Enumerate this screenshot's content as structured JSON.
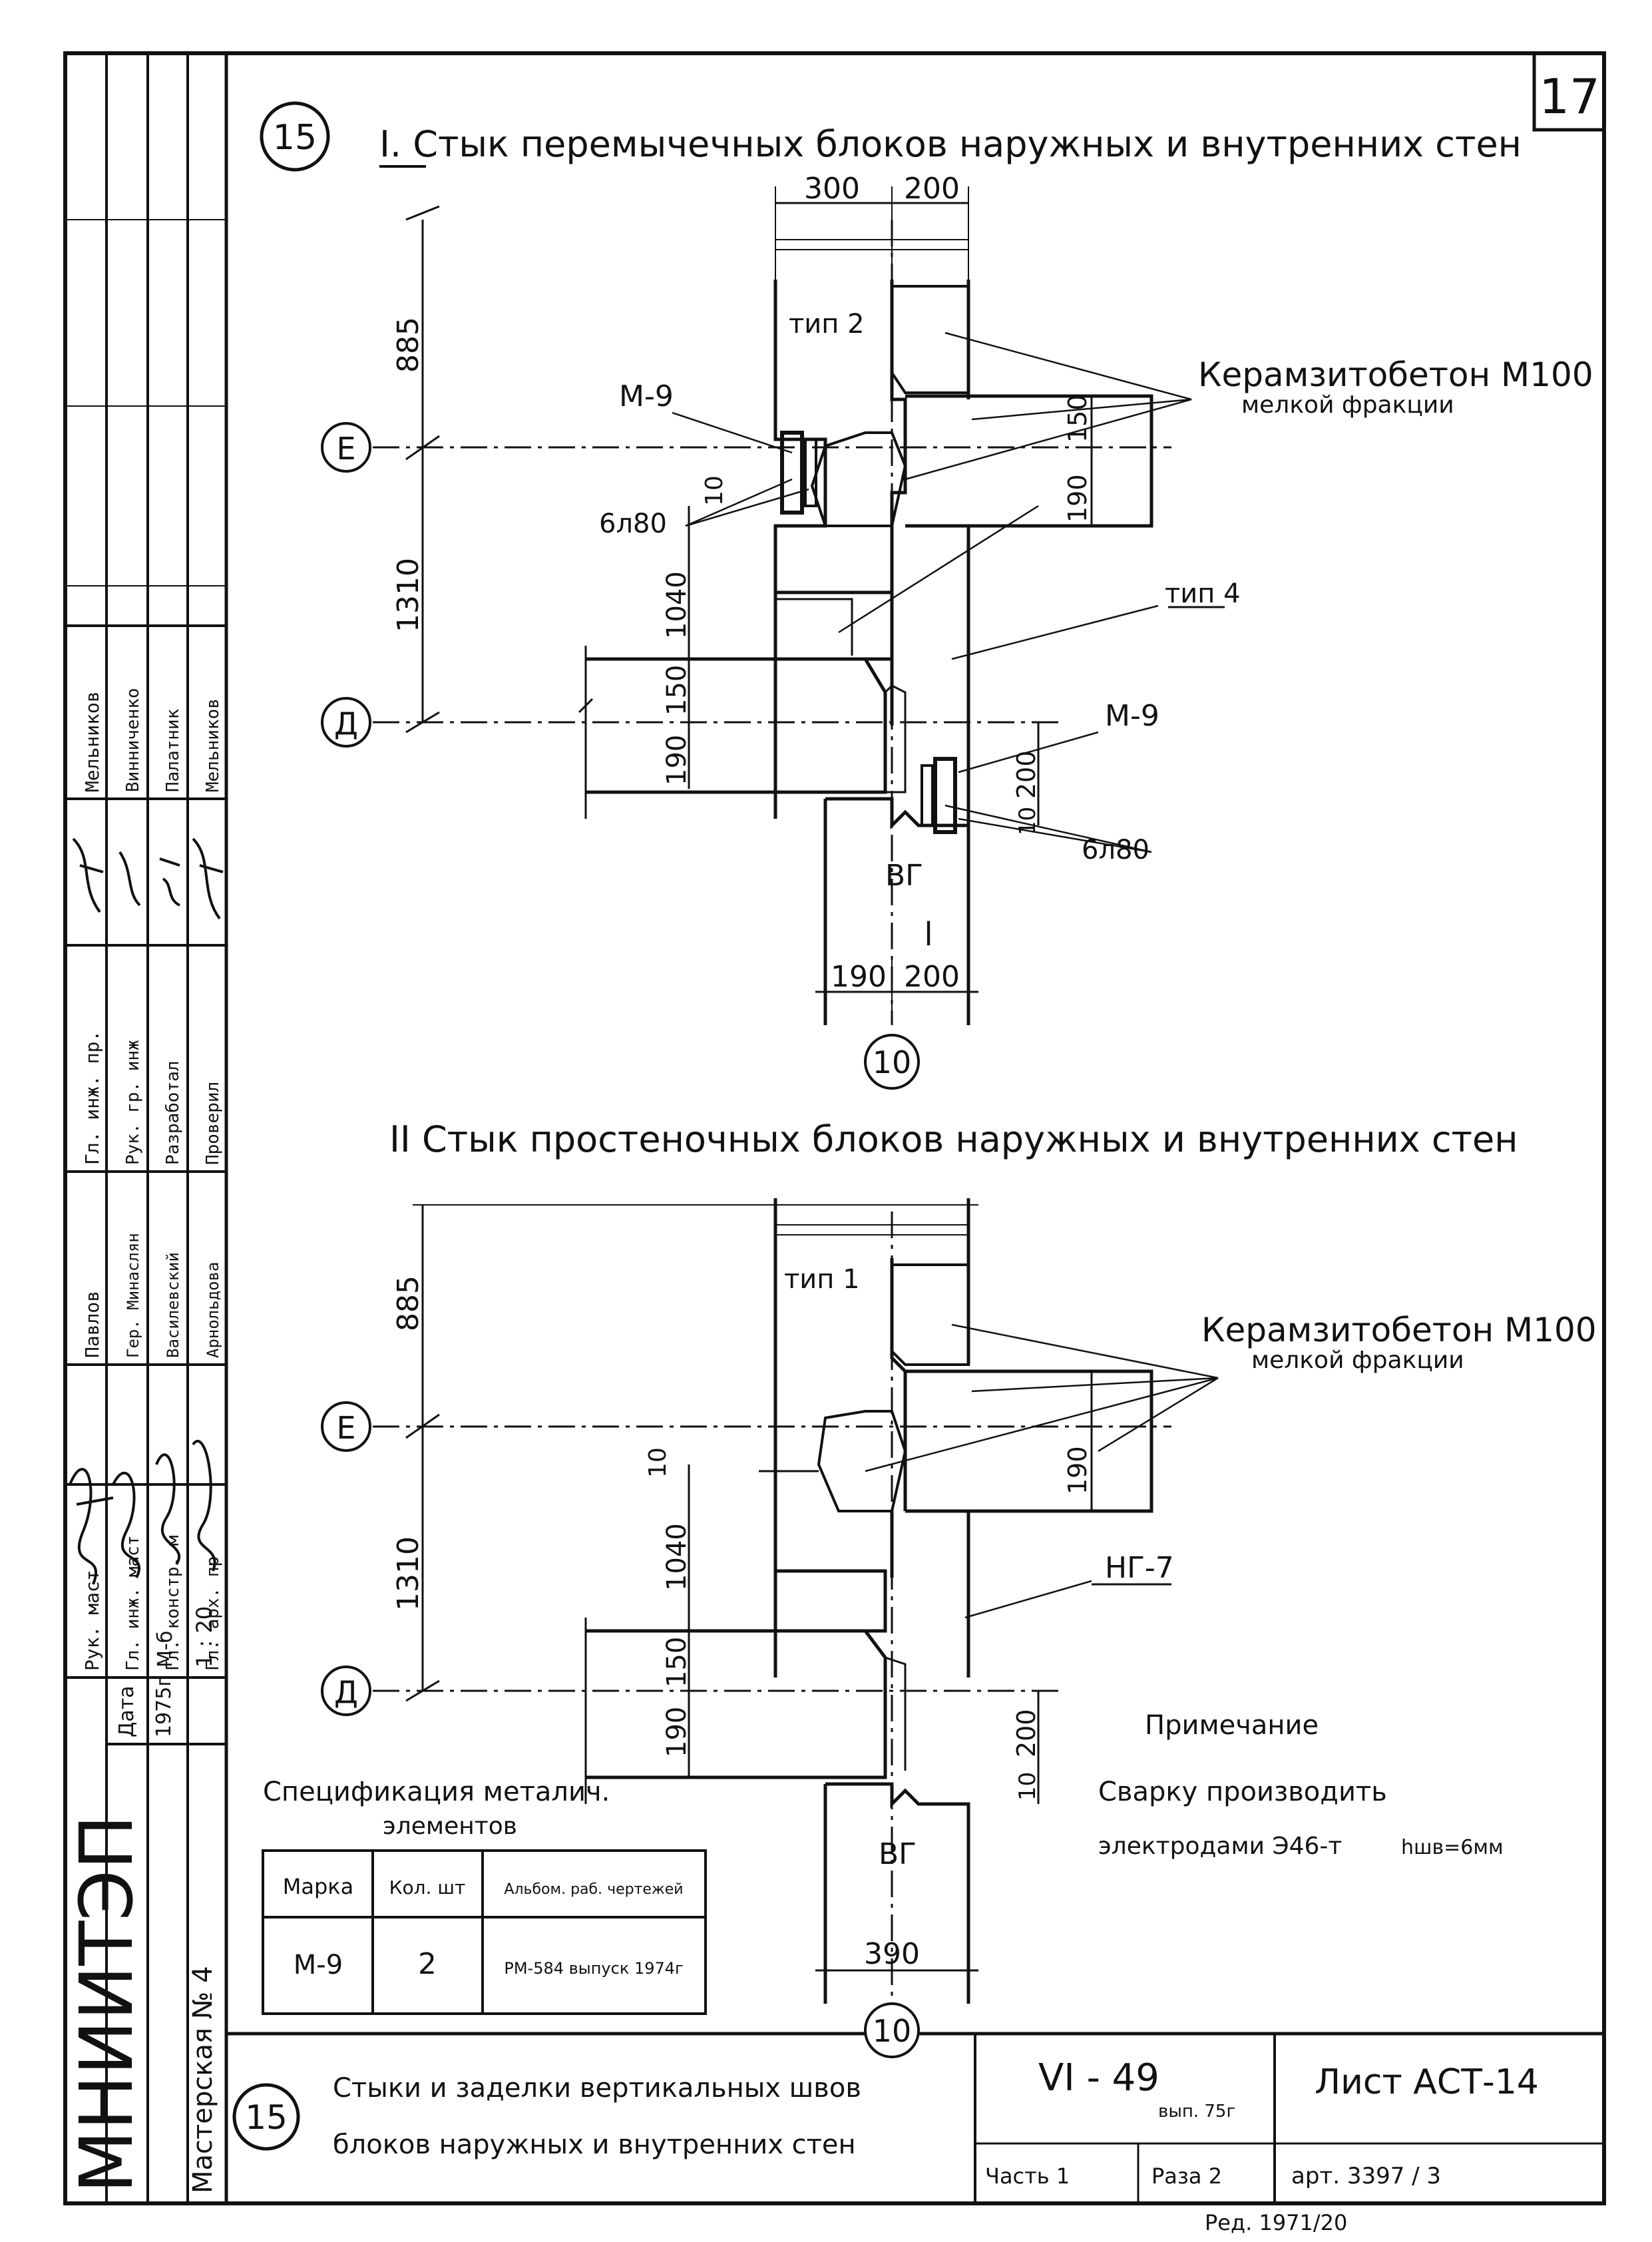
{
  "sheet": {
    "page_number": "17",
    "sheet_label": "Лист АСТ-14",
    "series_code": "VI - 49",
    "series_issue": "вып. 75г",
    "part": "Часть 1",
    "section": "Раза 2",
    "archive_ref": "арт. 3397 / 3",
    "bottom_scribble": "Ред. 1971/20",
    "title_line1": "Стыки и заделки вертикальных швов",
    "title_line2": "блоков наружных и внутренних стен",
    "detail_circle": "15"
  },
  "detail1": {
    "marker": "15",
    "title": "I. Стык перемычечных блоков наружных и внутренних стен",
    "material_line1": "Керамзитобетон М100",
    "material_line2": "мелкой фракции",
    "labels": {
      "type_top": "тип 2",
      "type_mid": "тип 4",
      "bottom_block": "ВГ",
      "embed_top": "М-9",
      "embed_bottom": "М-9",
      "weld_top": "6л80",
      "weld_bottom": "6л80",
      "axis_e": "Е",
      "axis_d": "Д",
      "axis_10": "10",
      "dim_l": "l"
    },
    "dims": {
      "top_left": "300",
      "top_right": "200",
      "bottom_left": "190",
      "bottom_right": "200",
      "d885": "885",
      "d1310": "1310",
      "d1040": "1040",
      "d150a": "150",
      "d190a": "190",
      "d10a": "10",
      "d150b": "150",
      "d190b": "190",
      "d200": "200",
      "d10b": "10"
    }
  },
  "detail2": {
    "title": "II Стык простеночных блоков наружных и внутренних стен",
    "material_line1": "Керамзитобетон М100",
    "material_line2": "мелкой фракции",
    "labels": {
      "type_top": "тип 1",
      "type_mid": "НГ-7",
      "bottom_block": "ВГ",
      "axis_e": "Е",
      "axis_d": "Д",
      "axis_10": "10"
    },
    "dims": {
      "d885": "885",
      "d1310": "1310",
      "d1040": "1040",
      "d150a": "150",
      "d190a": "190",
      "d10a": "10",
      "d200": "200",
      "d10b": "10",
      "bottom": "390"
    }
  },
  "note": {
    "title": "Примечание",
    "line1": "Сварку производить",
    "line2": "электродами Э46-т",
    "line2_suffix": "hшв=6мм"
  },
  "spec": {
    "title_line1": "Спецификация металич.",
    "title_line2": "элементов",
    "headers": [
      "Марка",
      "Кол. шт",
      "Альбом. раб. чертежей"
    ],
    "rows": [
      {
        "mark": "М-9",
        "qty": "2",
        "album": "РМ-584 выпуск 1974г"
      }
    ]
  },
  "stamp": {
    "org": "МНИИТЭП",
    "workshop": "Мастерская № 4",
    "date_label": "Дата",
    "date": "1975г",
    "scale_label": "М-б",
    "scale": "1 : 20",
    "roles": [
      "Рук. маст",
      "Гл. инж. маст",
      "Гл. констр. м",
      "Гл. арх. пр",
      "Гл. инж. пр.",
      "Рук. гр. инж",
      "Разработал",
      "Проверил"
    ],
    "names": [
      "Павлов",
      "Гер. Минаслян",
      "Василевский",
      "Арнольдова",
      "Мельников",
      "Винниченко",
      "Палатник",
      "Мельников"
    ]
  }
}
